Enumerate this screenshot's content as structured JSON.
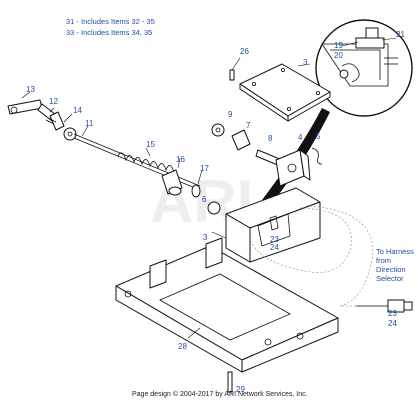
{
  "notes": {
    "line1": "31 - Includes Items 32 - 35",
    "line2": "33 - Includes Items 34, 35"
  },
  "harness": {
    "line1": "To Harness",
    "line2": "from",
    "line3": "Direction",
    "line4": "Selector"
  },
  "watermark": "ARI",
  "footer": "Page design © 2004-2017 by ARI Network Services, Inc.",
  "callouts": {
    "c21": "21",
    "c19": "19",
    "c20": "20",
    "c26": "26",
    "c3_cover": "3",
    "c13": "13",
    "c12": "12",
    "c14": "14",
    "c11": "11",
    "c9": "9",
    "c7": "7",
    "c8": "8",
    "c4": "4",
    "c5": "5",
    "c15": "15",
    "c16": "16",
    "c17": "17",
    "c6": "6",
    "c3_box": "3",
    "c23_box": "23",
    "c24_box": "24",
    "c23_h": "23",
    "c24_h": "24",
    "c28": "28",
    "c29": "29"
  }
}
